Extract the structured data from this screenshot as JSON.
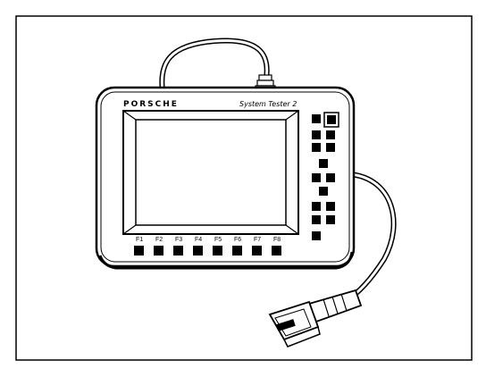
{
  "device": {
    "brand": "PORSCHE",
    "model": "System Tester 2",
    "function_keys": [
      "F1",
      "F2",
      "F3",
      "F4",
      "F5",
      "F6",
      "F7",
      "F8"
    ]
  }
}
